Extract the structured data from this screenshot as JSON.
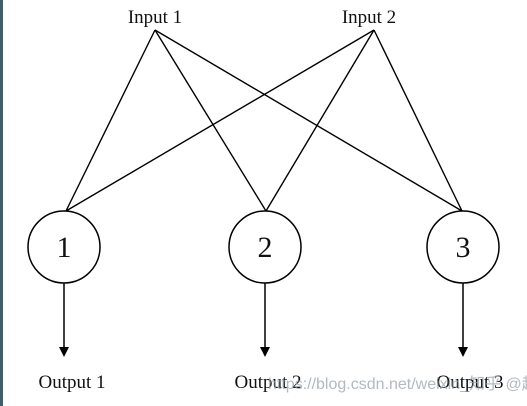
{
  "inputs": [
    {
      "label": "Input 1"
    },
    {
      "label": "Input 2"
    }
  ],
  "nodes": [
    {
      "label": "1"
    },
    {
      "label": "2"
    },
    {
      "label": "3"
    }
  ],
  "outputs": [
    {
      "label": "Output 1"
    },
    {
      "label": "Output 2"
    },
    {
      "label": "Output 3"
    }
  ],
  "connections": [
    {
      "from": "Input 1",
      "to": "1"
    },
    {
      "from": "Input 1",
      "to": "2"
    },
    {
      "from": "Input 1",
      "to": "3"
    },
    {
      "from": "Input 2",
      "to": "1"
    },
    {
      "from": "Input 2",
      "to": "2"
    },
    {
      "from": "Input 2",
      "to": "3"
    }
  ],
  "watermark": "https://blog.csdn.net/weixin_知乎 @超饿喵仔"
}
